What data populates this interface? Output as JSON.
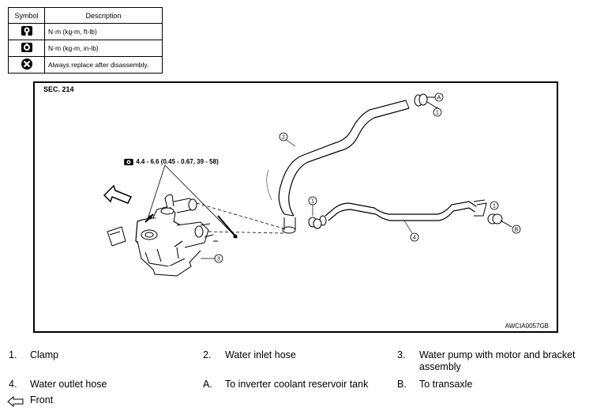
{
  "symbol_table": {
    "header_symbol": "Symbol",
    "header_description": "Description",
    "rows": [
      {
        "icon": "torque-wrench-ft-lb-icon",
        "description": "N·m (kg-m, ft-lb)"
      },
      {
        "icon": "torque-wrench-in-lb-icon",
        "description": "N·m (kg-m, in-lb)"
      },
      {
        "icon": "always-replace-icon",
        "description": "Always replace after disassembly."
      }
    ]
  },
  "figure": {
    "section": "SEC. 214",
    "torque": "4.4 - 6.6 (0.45 - 0.67, 39 - 58)",
    "figure_id": "AWCIA0057GB",
    "callouts": {
      "c1a": "1",
      "c1b": "1",
      "c1c": "1",
      "c2": "2",
      "c3": "3",
      "c4": "4",
      "cA": "A",
      "cB": "B"
    }
  },
  "legend": [
    {
      "key": "1.",
      "text": "Clamp"
    },
    {
      "key": "2.",
      "text": "Water inlet hose"
    },
    {
      "key": "3.",
      "text": "Water pump with motor and bracket assembly"
    },
    {
      "key": "4.",
      "text": "Water outlet hose"
    },
    {
      "key": "A.",
      "text": "To inverter coolant reservoir tank"
    },
    {
      "key": "B.",
      "text": "To transaxle"
    },
    {
      "key": "",
      "text": "Front"
    }
  ]
}
